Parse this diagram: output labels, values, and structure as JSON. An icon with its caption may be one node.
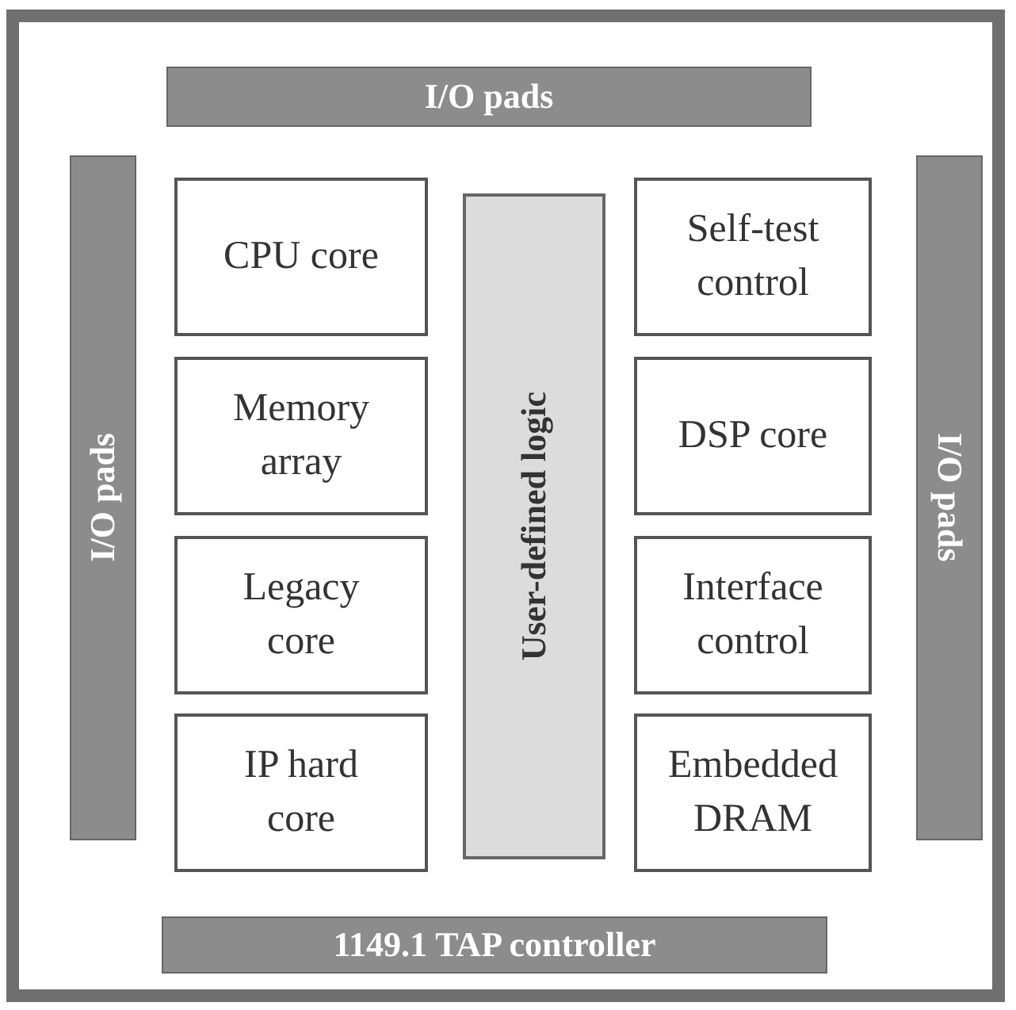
{
  "diagram": {
    "nodes": [
      {
        "text": [],
        "shape": "box"
      },
      {
        "text": [
          "I/O pads"
        ],
        "in": 0
      },
      {
        "text": [
          "I/O pads"
        ],
        "in": 0
      },
      {
        "text": [
          "CPU core"
        ],
        "in": 0
      },
      {
        "text": [
          "Memory array"
        ],
        "in": 0
      },
      {
        "text": [
          "Legacy core"
        ],
        "in": 0
      },
      {
        "text": [
          "IP hard core"
        ],
        "in": 0
      },
      {
        "text": [
          "User-defined logic"
        ],
        "in": 0
      },
      {
        "text": [
          "Self-test control"
        ],
        "in": 0
      },
      {
        "text": [
          "DSP core"
        ],
        "in": 0
      },
      {
        "text": [
          "Interface control"
        ],
        "in": 0
      },
      {
        "text": [
          "Embedded DRAM"
        ],
        "in": 0
      },
      {
        "text": [
          "I/O pads"
        ],
        "in": 0
      },
      {
        "text": [
          "1149.1 TAP controller"
        ],
        "in": 0
      }
    ]
  }
}
